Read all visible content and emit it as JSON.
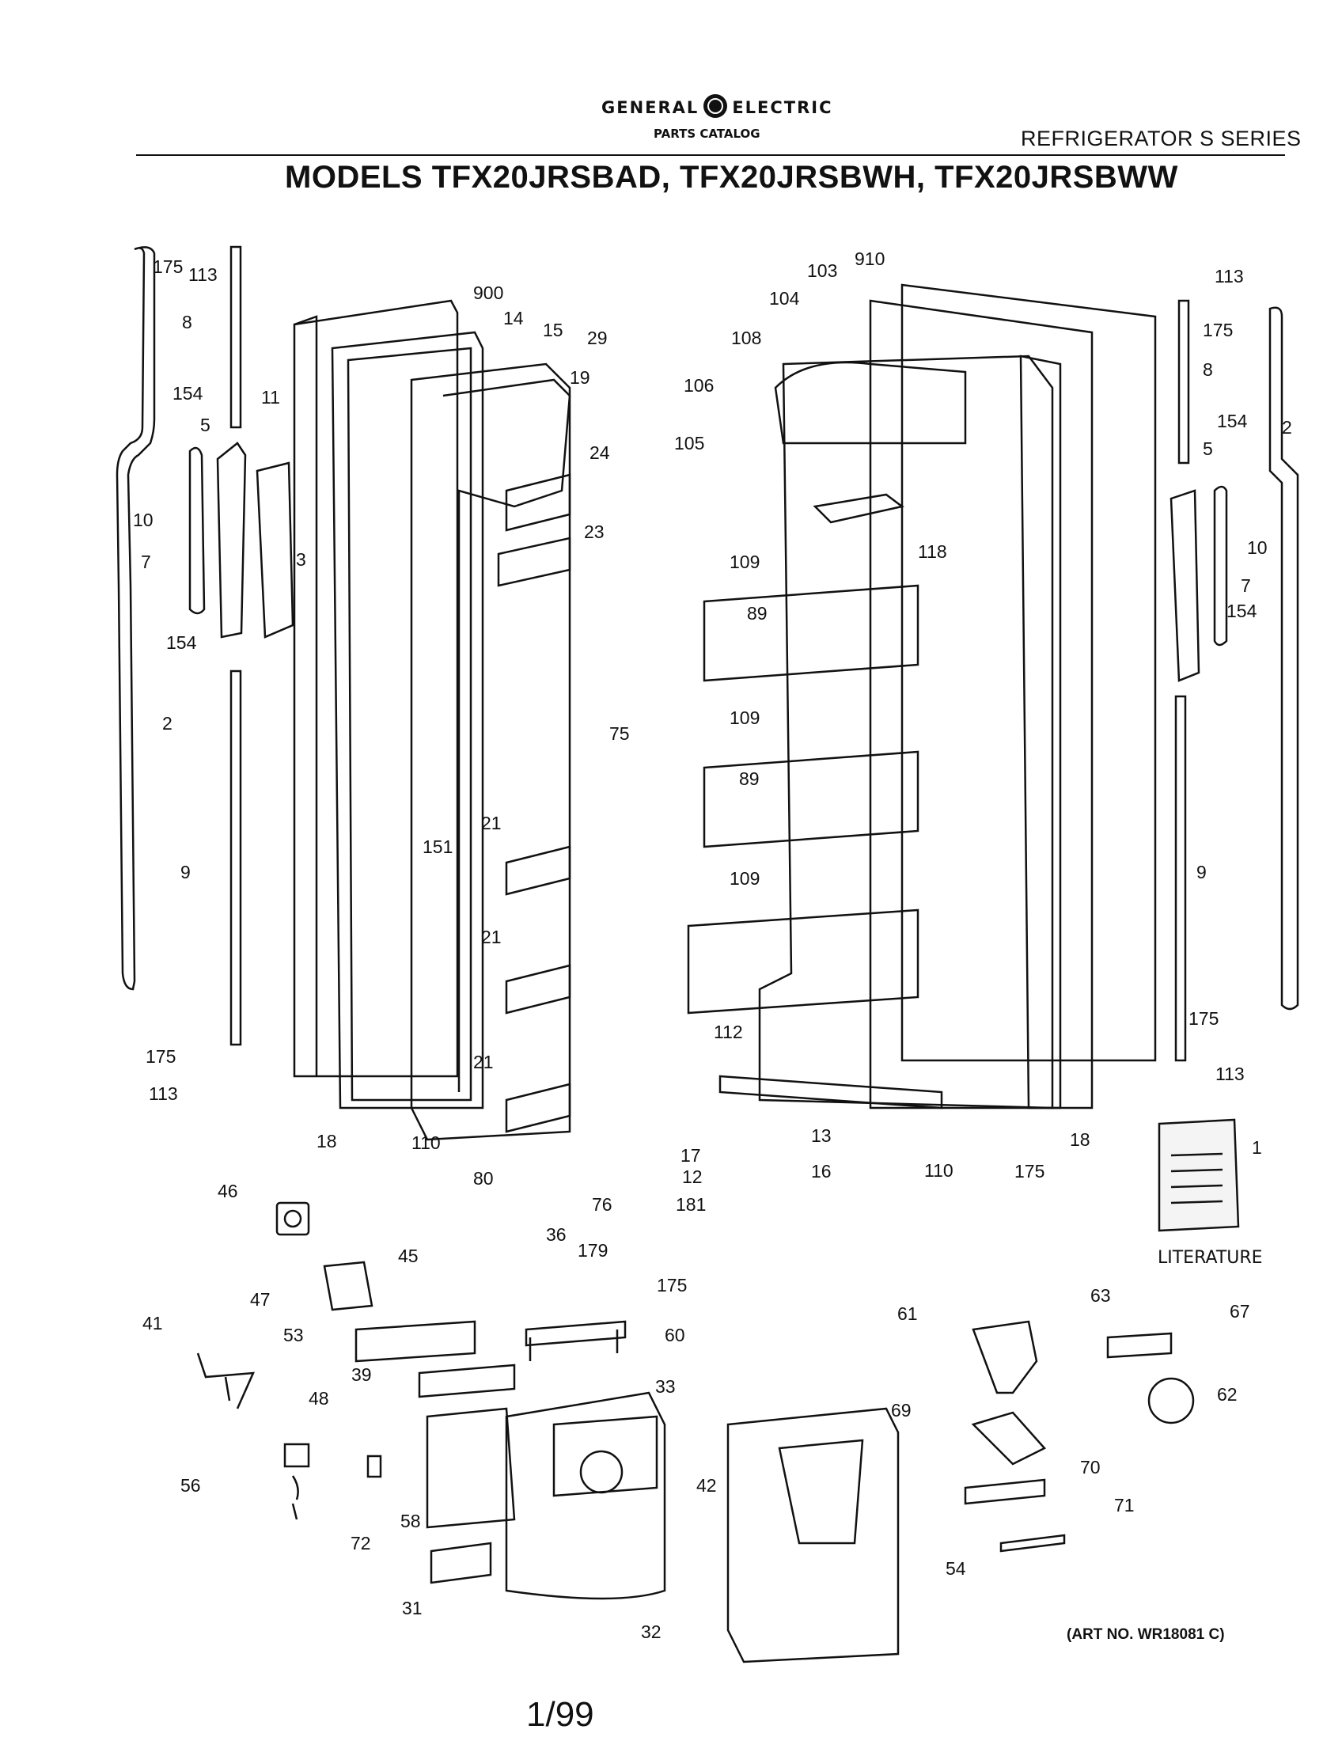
{
  "header": {
    "brand_left": "GENERAL",
    "brand_right": "ELECTRIC",
    "catalog": "PARTS CATALOG",
    "series": "REFRIGERATOR S SERIES",
    "models": "MODELS TFX20JRSBAD, TFX20JRSBWH, TFX20JRSBWW"
  },
  "literature_label": "LITERATURE",
  "art_number": "(ART NO. WR18081 C)",
  "page_number": "1/99",
  "parts": [
    "175",
    "113",
    "8",
    "154",
    "11",
    "5",
    "3",
    "10",
    "7",
    "154",
    "2",
    "9",
    "175",
    "113",
    "900",
    "14",
    "15",
    "29",
    "19",
    "24",
    "23",
    "75",
    "151",
    "21",
    "21",
    "21",
    "18",
    "110",
    "80",
    "76",
    "910",
    "103",
    "104",
    "108",
    "106",
    "105",
    "118",
    "109",
    "89",
    "109",
    "89",
    "109",
    "112",
    "13",
    "17",
    "16",
    "12",
    "181",
    "110",
    "175",
    "18",
    "113",
    "175",
    "8",
    "2",
    "154",
    "5",
    "10",
    "7",
    "154",
    "9",
    "175",
    "113",
    "1",
    "46",
    "45",
    "36",
    "179",
    "175",
    "47",
    "41",
    "53",
    "60",
    "39",
    "33",
    "48",
    "56",
    "72",
    "58",
    "31",
    "32",
    "42",
    "54",
    "61",
    "63",
    "67",
    "62",
    "69",
    "70",
    "71"
  ]
}
